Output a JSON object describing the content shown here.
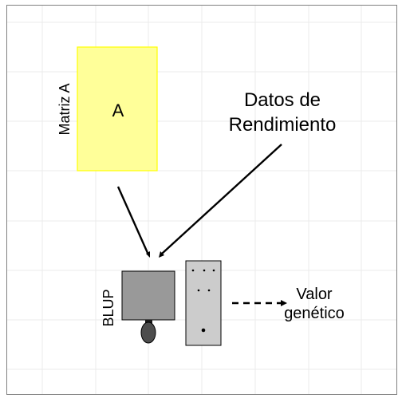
{
  "matrix": {
    "side_label": "Matriz A",
    "box_letter": "A",
    "fill": "#ffff99",
    "stroke": "#ffff00"
  },
  "performance_data": {
    "line1": "Datos de",
    "line2": "Rendimiento"
  },
  "blup": {
    "label": "BLUP",
    "body_color": "#999999"
  },
  "output": {
    "line1": "Valor",
    "line2": "genético"
  },
  "colors": {
    "grid": "#ebebeb",
    "border": "#808080",
    "panel": "#cccccc",
    "arrow": "#000000"
  }
}
